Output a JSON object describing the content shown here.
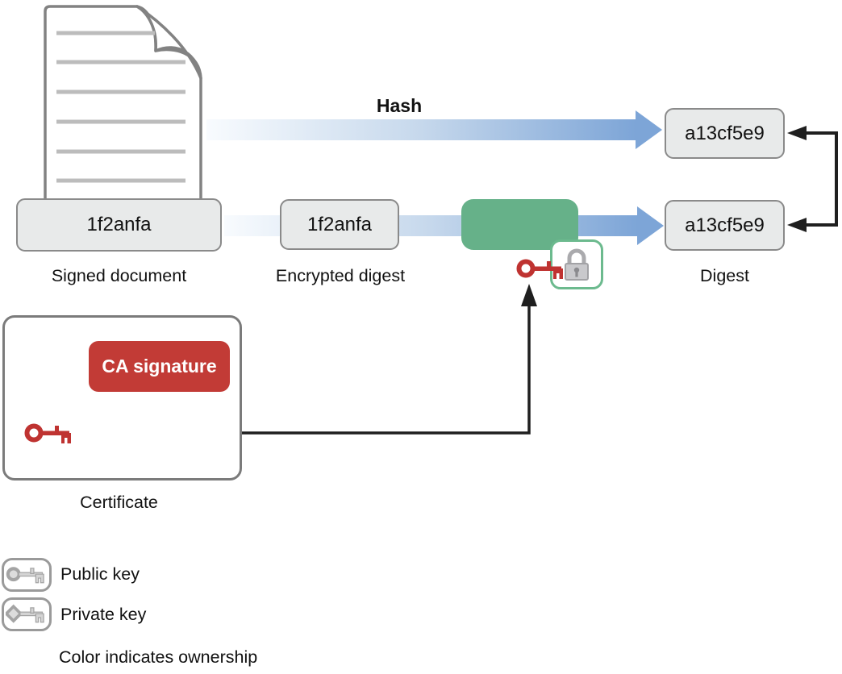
{
  "diagram": {
    "title_labels": {
      "hash": "Hash"
    },
    "signed_document": {
      "value": "1f2anfa",
      "label": "Signed document"
    },
    "encrypted_digest": {
      "value": "1f2anfa",
      "label": "Encrypted digest"
    },
    "digest_top": {
      "value": "a13cf5e9"
    },
    "digest_bottom": {
      "value": "a13cf5e9",
      "label": "Digest"
    },
    "certificate": {
      "label": "Certificate",
      "ca_signature_label": "CA signature"
    },
    "legend": {
      "public_key_label": "Public key",
      "private_key_label": "Private key",
      "note": "Color indicates ownership"
    },
    "icons": {
      "document": "document-page-icon",
      "public_key": "public-key-icon",
      "private_key": "private-key-icon",
      "red_key": "red-key-icon",
      "lock": "padlock-icon"
    },
    "colors": {
      "arrow_blue": "#7da5d7",
      "arrow_blue_light": "#f8fbfe",
      "verify_green": "#66b189",
      "lock_border_green": "#6cba8e",
      "ca_red": "#c23b36",
      "key_red": "#bf3331",
      "box_gray_fill": "#e8eaea",
      "box_gray_border": "#8a8a8a",
      "line_black": "#1f1f1f"
    }
  }
}
